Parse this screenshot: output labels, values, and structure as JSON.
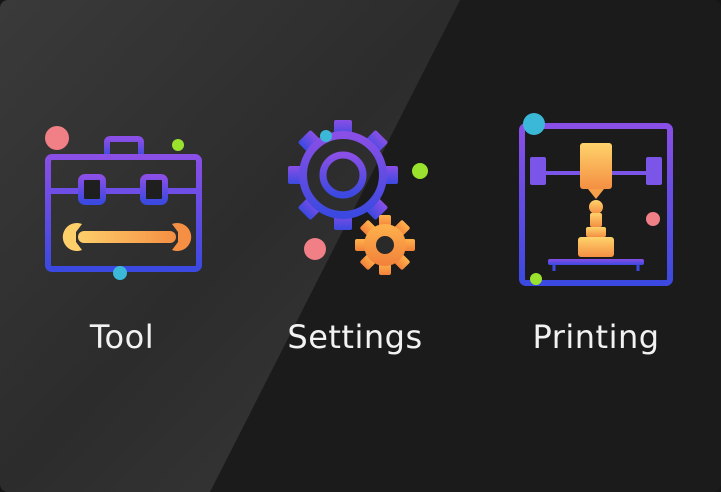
{
  "menu": {
    "items": [
      {
        "label": "Tool",
        "icon": "toolbox-icon"
      },
      {
        "label": "Settings",
        "icon": "gears-icon"
      },
      {
        "label": "Printing",
        "icon": "3d-printer-icon"
      }
    ]
  },
  "colors": {
    "background": "#1b1b1b",
    "icon_gradient_top": "#8a4fe6",
    "icon_gradient_bottom": "#3b49e0",
    "accent_orange": "#f7a04a",
    "accent_orange_light": "#ffd36b",
    "dot_pink": "#f17f86",
    "dot_lime": "#9be22e",
    "dot_cyan": "#3bb7d8",
    "label_text": "#f2f2f2"
  }
}
